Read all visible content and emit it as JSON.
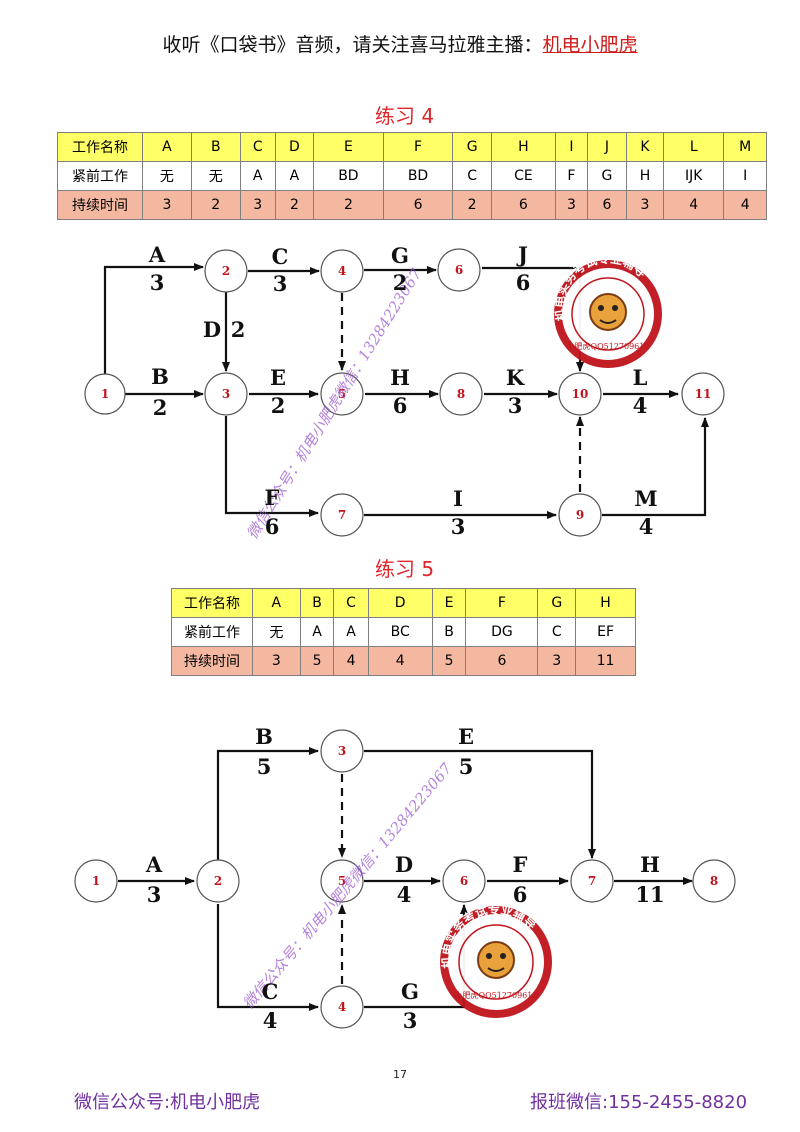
{
  "header": {
    "text": "收听《口袋书》音频，请关注喜马拉雅主播：",
    "highlight": "机电小肥虎"
  },
  "ex4": {
    "title": "练习 4",
    "table": {
      "row_labels": [
        "工作名称",
        "紧前工作",
        "持续时间"
      ],
      "names": [
        "A",
        "B",
        "C",
        "D",
        "E",
        "F",
        "G",
        "H",
        "I",
        "J",
        "K",
        "L",
        "M"
      ],
      "preds": [
        "无",
        "无",
        "A",
        "A",
        "BD",
        "BD",
        "C",
        "CE",
        "F",
        "G",
        "H",
        "IJK",
        "I"
      ],
      "durs": [
        "3",
        "2",
        "3",
        "2",
        "2",
        "6",
        "2",
        "6",
        "3",
        "6",
        "3",
        "4",
        "4"
      ]
    },
    "nodes": [
      "1",
      "2",
      "3",
      "4",
      "5",
      "6",
      "7",
      "8",
      "9",
      "10",
      "11"
    ],
    "edge_labels": {
      "A": "A",
      "A_d": "3",
      "B": "B",
      "B_d": "2",
      "C": "C",
      "C_d": "3",
      "D": "D",
      "D_d": "2",
      "E": "E",
      "E_d": "2",
      "F": "F",
      "F_d": "6",
      "G": "G",
      "G_d": "2",
      "H": "H",
      "H_d": "6",
      "I": "I",
      "I_d": "3",
      "J": "J",
      "J_d": "6",
      "K": "K",
      "K_d": "3",
      "L": "L",
      "L_d": "4",
      "M": "M",
      "M_d": "4"
    },
    "watermark": "微信公众号：机电小肥虎微信：13284223067",
    "stamp": {
      "outer": "机电实务考试专业辅导",
      "inner": "小肥虎QQ512709612"
    }
  },
  "ex5": {
    "title": "练习 5",
    "table": {
      "row_labels": [
        "工作名称",
        "紧前工作",
        "持续时间"
      ],
      "names": [
        "A",
        "B",
        "C",
        "D",
        "E",
        "F",
        "G",
        "H"
      ],
      "preds": [
        "无",
        "A",
        "A",
        "BC",
        "B",
        "DG",
        "C",
        "EF"
      ],
      "durs": [
        "3",
        "5",
        "4",
        "4",
        "5",
        "6",
        "3",
        "11"
      ]
    },
    "nodes": [
      "1",
      "2",
      "3",
      "4",
      "5",
      "6",
      "7",
      "8"
    ],
    "edge_labels": {
      "A": "A",
      "A_d": "3",
      "B": "B",
      "B_d": "5",
      "C": "C",
      "C_d": "4",
      "D": "D",
      "D_d": "4",
      "E": "E",
      "E_d": "5",
      "F": "F",
      "F_d": "6",
      "G": "G",
      "G_d": "3",
      "H": "H",
      "H_d": "11"
    },
    "watermark": "微信公众号：机电小肥虎微信：13284223067",
    "stamp": {
      "outer": "机电实务考试专业辅导",
      "inner": "小肥虎QQ512709612"
    }
  },
  "page_number": "17",
  "footer": {
    "left": "微信公众号:机电小肥虎",
    "right": "报班微信:155-2455-8820"
  }
}
